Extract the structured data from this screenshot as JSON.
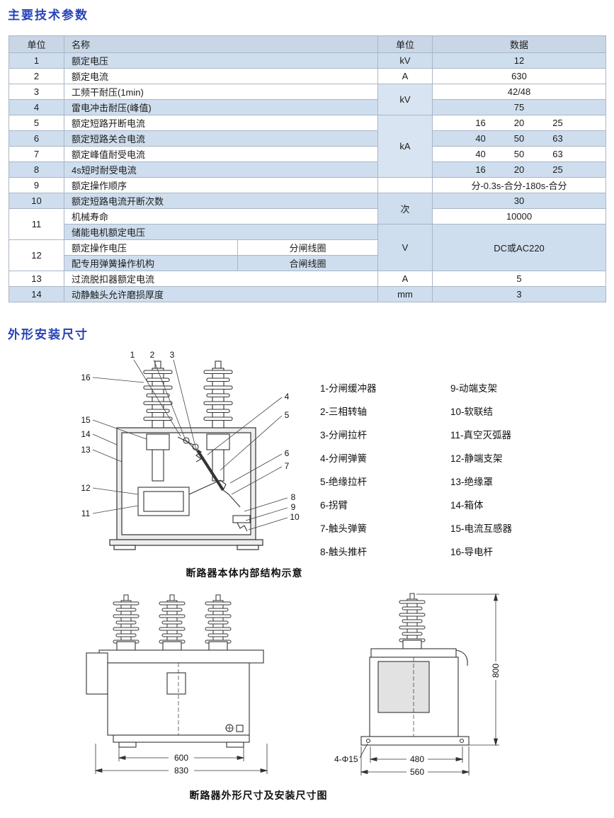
{
  "colors": {
    "accent_blue": "#2743b8",
    "row_stripe": "#cfdeee",
    "header_bg": "#c9d6e6",
    "table_border": "#a9b6c6",
    "drawing_line": "#333333"
  },
  "page": {
    "title1": "主要技术参数",
    "title2": "外形安装尺寸"
  },
  "table": {
    "headers": {
      "no": "单位",
      "name": "名称",
      "unit": "单位",
      "data": "数据"
    },
    "r1": {
      "no": "1",
      "name": "额定电压",
      "unit": "kV",
      "data": "12"
    },
    "r2": {
      "no": "2",
      "name": "额定电流",
      "unit": "A",
      "data": "630"
    },
    "r3": {
      "no": "3",
      "name": "工频干耐压(1min)",
      "unit": "kV",
      "data": "42/48"
    },
    "r4": {
      "no": "4",
      "name": "雷电冲击耐压(峰值)",
      "data": "75"
    },
    "r5": {
      "no": "5",
      "name": "额定短路开断电流",
      "unit": "kA",
      "values": [
        "16",
        "20",
        "25"
      ]
    },
    "r6": {
      "no": "6",
      "name": "额定短路关合电流",
      "values": [
        "40",
        "50",
        "63"
      ]
    },
    "r7": {
      "no": "7",
      "name": "额定峰值耐受电流",
      "values": [
        "40",
        "50",
        "63"
      ]
    },
    "r8": {
      "no": "8",
      "name": "4s短时耐受电流",
      "values": [
        "16",
        "20",
        "25"
      ]
    },
    "r9": {
      "no": "9",
      "name": "额定操作顺序",
      "unit": "",
      "data": "分-0.3s-合分-180s-合分"
    },
    "r10": {
      "no": "10",
      "name": "额定短路电流开断次数",
      "unit": "次",
      "data": "30"
    },
    "r11": {
      "no": "11",
      "name_a": "机械寿命",
      "data_a": "10000",
      "name_b": "储能电机额定电压",
      "unit": "V",
      "data_b": "DC或AC220"
    },
    "r12": {
      "no": "12",
      "name_a": "额定操作电压",
      "coil_a": "分闸线圈",
      "name_b": "配专用弹簧操作机构",
      "coil_b": "合闸线圈"
    },
    "r13": {
      "no": "13",
      "name": "过流脱扣器额定电流",
      "unit": "A",
      "data": "5"
    },
    "r14": {
      "no": "14",
      "name": "动静触头允许磨损厚度",
      "unit": "mm",
      "data": "3"
    }
  },
  "fig_internal": {
    "caption": "断路器本体内部结构示意",
    "callouts": [
      "1",
      "2",
      "3",
      "4",
      "5",
      "6",
      "7",
      "8",
      "9",
      "10",
      "11",
      "12",
      "13",
      "14",
      "15",
      "16"
    ]
  },
  "legend": {
    "col1": [
      "1-分闸缓冲器",
      "2-三相转轴",
      "3-分闸拉杆",
      "4-分闸弹簧",
      "5-绝缘拉杆",
      "6-拐臂",
      "7-触头弹簧",
      "8-触头推杆"
    ],
    "col2": [
      "9-动端支架",
      "10-软联结",
      "11-真空灭弧器",
      "12-静端支架",
      "13-绝缘罩",
      "14-箱体",
      "15-电流互感器",
      "16-导电杆"
    ]
  },
  "fig_front": {
    "dim_inner": "600",
    "dim_outer": "830"
  },
  "fig_side": {
    "holes": "4-Φ15",
    "dim_inner": "480",
    "dim_outer": "560",
    "dim_height": "800",
    "caption": "断路器外形尺寸及安装尺寸图"
  }
}
